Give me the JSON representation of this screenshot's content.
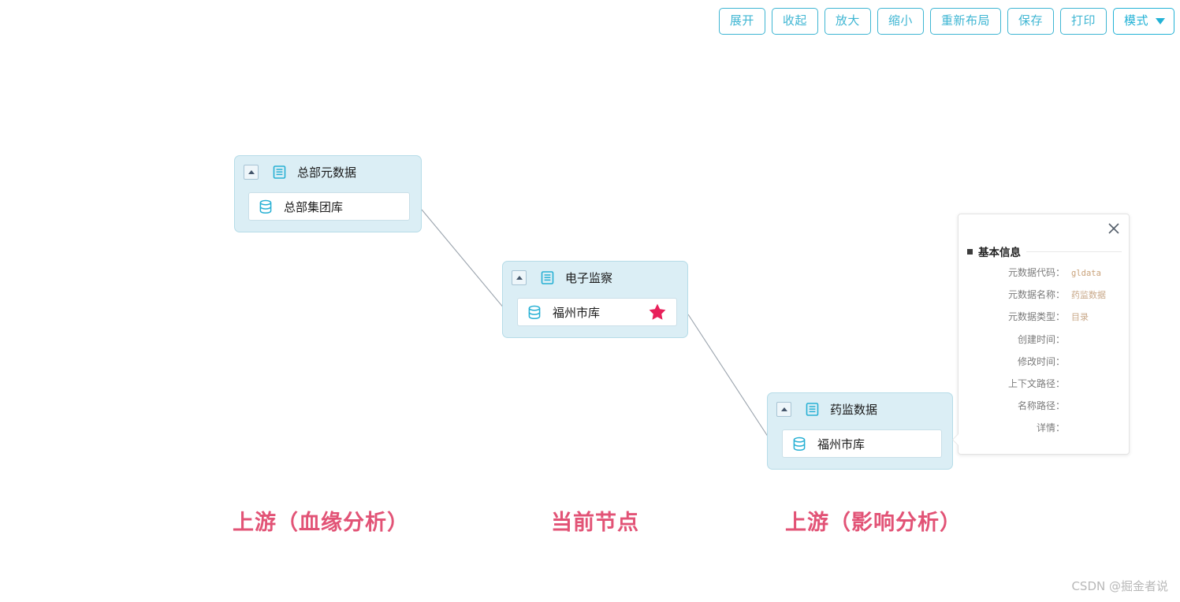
{
  "toolbar": {
    "buttons": [
      {
        "label": "展开",
        "name": "expand-button"
      },
      {
        "label": "收起",
        "name": "collapse-button"
      },
      {
        "label": "放大",
        "name": "zoom-in-button"
      },
      {
        "label": "缩小",
        "name": "zoom-out-button"
      },
      {
        "label": "重新布局",
        "name": "relayout-button"
      },
      {
        "label": "保存",
        "name": "save-button"
      },
      {
        "label": "打印",
        "name": "print-button"
      }
    ],
    "mode_label": "模式"
  },
  "graph": {
    "nodes": [
      {
        "id": "node-headquarters",
        "group_title": "总部元数据",
        "child_label": "总部集团库",
        "starred": false
      },
      {
        "id": "node-e-supervision",
        "group_title": "电子监察",
        "child_label": "福州市库",
        "starred": true
      },
      {
        "id": "node-drug-admin",
        "group_title": "药监数据",
        "child_label": "福州市库",
        "starred": false
      }
    ]
  },
  "info_panel": {
    "section_title": "基本信息",
    "fields": [
      {
        "label": "元数据代码：",
        "value": "gldata",
        "mono": true
      },
      {
        "label": "元数据名称：",
        "value": "药监数据",
        "mono": false
      },
      {
        "label": "元数据类型：",
        "value": "目录",
        "mono": false
      },
      {
        "label": "创建时间：",
        "value": "",
        "mono": false
      },
      {
        "label": "修改时间：",
        "value": "",
        "mono": false
      },
      {
        "label": "上下文路径：",
        "value": "",
        "mono": false
      },
      {
        "label": "名称路径：",
        "value": "",
        "mono": false
      },
      {
        "label": "详情：",
        "value": "",
        "mono": false
      }
    ]
  },
  "captions": [
    {
      "text": "上游（血缘分析）",
      "name": "caption-upstream-lineage"
    },
    {
      "text": "当前节点",
      "name": "caption-current-node"
    },
    {
      "text": "上游（影响分析）",
      "name": "caption-downstream-impact"
    }
  ],
  "watermark": "CSDN @掘金者说",
  "colors": {
    "accent_cyan": "#3fb6d3",
    "node_fill": "#dbeef5",
    "node_border": "#b6dce8",
    "star": "#e8205a",
    "caption_pink": "#e25376",
    "edge_gray": "#9aa3ad",
    "value_tan": "#c9a98a"
  }
}
